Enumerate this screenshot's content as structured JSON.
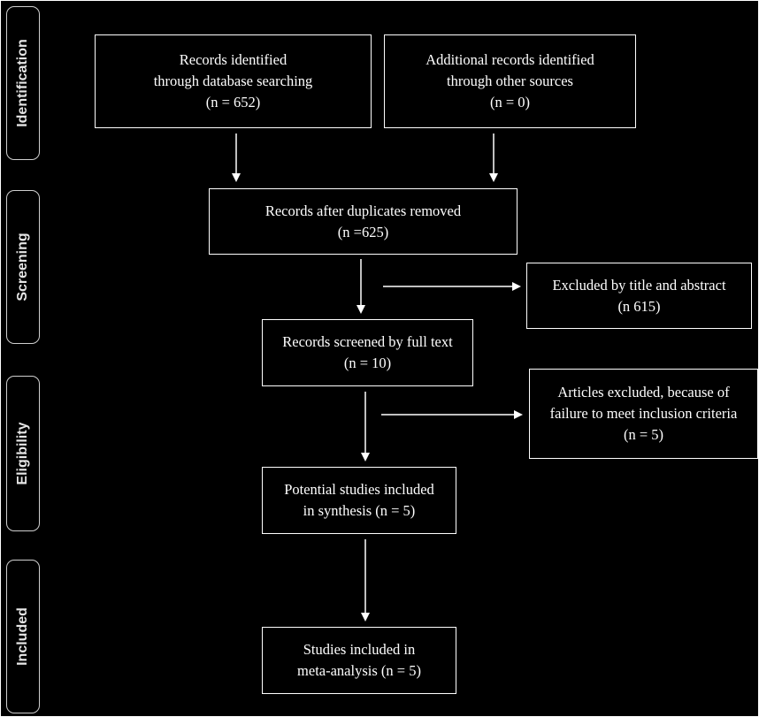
{
  "stages": {
    "identification": "Identification",
    "screening": "Screening",
    "eligibility": "Eligibility",
    "included": "Included"
  },
  "boxes": {
    "db_search": {
      "line1": "Records identified",
      "line2": "through database searching",
      "line3": "(n = 652)"
    },
    "other_sources": {
      "line1": "Additional records identified",
      "line2": "through other sources",
      "line3": "(n = 0)"
    },
    "after_duplicates": {
      "line1": "Records after duplicates removed",
      "line2": "(n =625)"
    },
    "excluded_title": {
      "line1": "Excluded by title and abstract",
      "line2": "(n 615)"
    },
    "full_text": {
      "line1": "Records screened by full text",
      "line2": "(n = 10)"
    },
    "excluded_articles": {
      "line1": "Articles excluded, because of",
      "line2": "failure to meet inclusion criteria",
      "line3": "(n = 5)"
    },
    "synthesis": {
      "line1": "Potential studies included",
      "line2": "in synthesis (n = 5)"
    },
    "meta_analysis": {
      "line1": "Studies included in",
      "line2": "meta-analysis (n = 5)"
    }
  }
}
